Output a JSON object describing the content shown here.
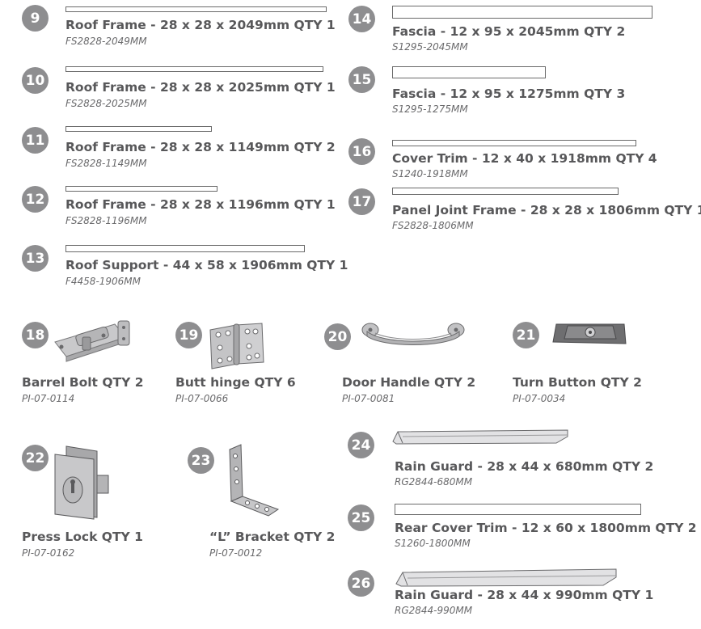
{
  "parts": [
    {
      "id": "p9",
      "num": "9",
      "title": "Roof Frame - 28 x 28 x 2049mm QTY 1",
      "code": "FS2828-2049MM"
    },
    {
      "id": "p10",
      "num": "10",
      "title": "Roof Frame - 28 x 28 x 2025mm QTY 1",
      "code": "FS2828-2025MM"
    },
    {
      "id": "p11",
      "num": "11",
      "title": "Roof Frame - 28 x 28 x 1149mm QTY 2",
      "code": "FS2828-1149MM"
    },
    {
      "id": "p12",
      "num": "12",
      "title": "Roof Frame - 28 x 28 x 1196mm  QTY 1",
      "code": "FS2828-1196MM"
    },
    {
      "id": "p13",
      "num": "13",
      "title": "Roof Support - 44 x 58 x 1906mm QTY 1",
      "code": "F4458-1906MM"
    },
    {
      "id": "p14",
      "num": "14",
      "title": "Fascia - 12 x 95 x 2045mm QTY 2",
      "code": "S1295-2045MM"
    },
    {
      "id": "p15",
      "num": "15",
      "title": "Fascia - 12 x 95 x 1275mm QTY 3",
      "code": "S1295-1275MM"
    },
    {
      "id": "p16",
      "num": "16",
      "title": "Cover Trim - 12 x 40 x 1918mm  QTY 4",
      "code": "S1240-1918MM"
    },
    {
      "id": "p17",
      "num": "17",
      "title": "Panel Joint Frame - 28 x 28 x 1806mm QTY 1",
      "code": "FS2828-1806MM"
    },
    {
      "id": "p18",
      "num": "18",
      "title": "Barrel Bolt QTY 2",
      "code": "PI-07-0114"
    },
    {
      "id": "p19",
      "num": "19",
      "title": "Butt hinge QTY 6",
      "code": "PI-07-0066"
    },
    {
      "id": "p20",
      "num": "20",
      "title": "Door Handle QTY 2",
      "code": "PI-07-0081"
    },
    {
      "id": "p21",
      "num": "21",
      "title": "Turn Button QTY 2",
      "code": "PI-07-0034"
    },
    {
      "id": "p22",
      "num": "22",
      "title": "Press Lock QTY 1",
      "code": "PI-07-0162"
    },
    {
      "id": "p23",
      "num": "23",
      "title": "“L” Bracket QTY 2",
      "code": "PI-07-0012"
    },
    {
      "id": "p24",
      "num": "24",
      "title": "Rain Guard - 28 x 44 x 680mm QTY 2",
      "code": "RG2844-680MM"
    },
    {
      "id": "p25",
      "num": "25",
      "title": "Rear Cover Trim - 12 x 60 x 1800mm QTY 2",
      "code": "S1260-1800MM"
    },
    {
      "id": "p26",
      "num": "26",
      "title": "Rain Guard - 28 x 44 x 990mm QTY 1",
      "code": "RG2844-990MM"
    }
  ]
}
